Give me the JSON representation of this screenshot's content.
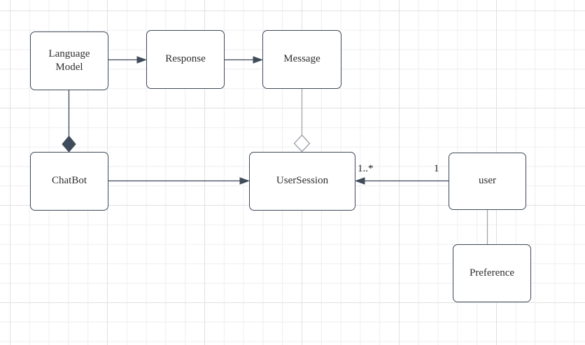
{
  "diagram": {
    "type": "uml-class-diagram",
    "nodes": [
      {
        "id": "language-model",
        "label": "Language\nModel"
      },
      {
        "id": "response",
        "label": "Response"
      },
      {
        "id": "message",
        "label": "Message"
      },
      {
        "id": "chatbot",
        "label": "ChatBot"
      },
      {
        "id": "user-session",
        "label": "UserSession"
      },
      {
        "id": "user",
        "label": "user"
      },
      {
        "id": "preference",
        "label": "Preference"
      }
    ],
    "edges": [
      {
        "from": "language-model",
        "to": "response",
        "type": "directed-arrow"
      },
      {
        "from": "response",
        "to": "message",
        "type": "directed-arrow"
      },
      {
        "from": "language-model",
        "to": "chatbot",
        "type": "composition-filled-diamond"
      },
      {
        "from": "message",
        "to": "user-session",
        "type": "aggregation-hollow-diamond"
      },
      {
        "from": "chatbot",
        "to": "user-session",
        "type": "directed-arrow"
      },
      {
        "from": "user",
        "to": "user-session",
        "type": "directed-arrow",
        "source_multiplicity": "1",
        "target_multiplicity": "1..*"
      },
      {
        "from": "user",
        "to": "preference",
        "type": "plain-line"
      }
    ],
    "colors": {
      "node_fill": "#ffffff",
      "node_stroke": "#3f4a5a",
      "edge_dark": "#3f4a5a",
      "edge_light": "#a0a4aa",
      "text": "#2e2e2e",
      "grid_minor": "#eeeeee",
      "grid_major": "#e1e1e1",
      "canvas_background": "#ffffff"
    }
  }
}
